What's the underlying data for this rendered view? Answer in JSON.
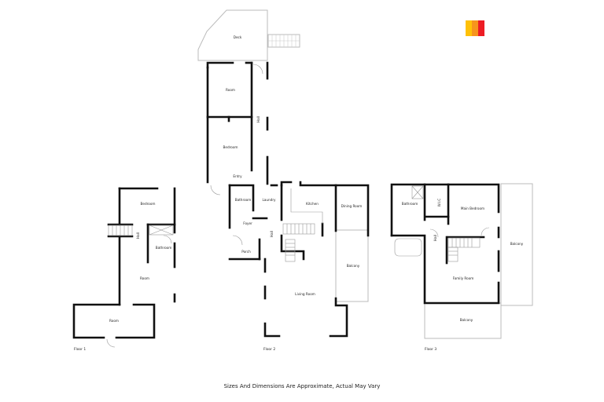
{
  "logo": {
    "colors": [
      "#ffc107",
      "#f7941d",
      "#ed1c24"
    ]
  },
  "disclaimer": "Sizes And Dimensions Are Approximate, Actual May Vary",
  "floors": [
    {
      "label": "Floor 1",
      "rooms": [
        {
          "name": "Bedroom"
        },
        {
          "name": "Hall"
        },
        {
          "name": "Bathroom"
        },
        {
          "name": "Room"
        },
        {
          "name": "Room"
        }
      ]
    },
    {
      "label": "Floor 2",
      "rooms": [
        {
          "name": "Deck"
        },
        {
          "name": "Room"
        },
        {
          "name": "Hall"
        },
        {
          "name": "Bedroom"
        },
        {
          "name": "Entry"
        },
        {
          "name": "Bathroom"
        },
        {
          "name": "Laundry"
        },
        {
          "name": "Kitchen"
        },
        {
          "name": "Dining Room"
        },
        {
          "name": "Foyer"
        },
        {
          "name": "Hall"
        },
        {
          "name": "Porch"
        },
        {
          "name": "Balcony"
        },
        {
          "name": "Living Room"
        }
      ]
    },
    {
      "label": "Floor 3",
      "rooms": [
        {
          "name": "Bathroom"
        },
        {
          "name": "W.I.C"
        },
        {
          "name": "Main Bedroom"
        },
        {
          "name": "Hall"
        },
        {
          "name": "Balcony"
        },
        {
          "name": "Family Room"
        },
        {
          "name": "Balcony"
        }
      ]
    }
  ]
}
